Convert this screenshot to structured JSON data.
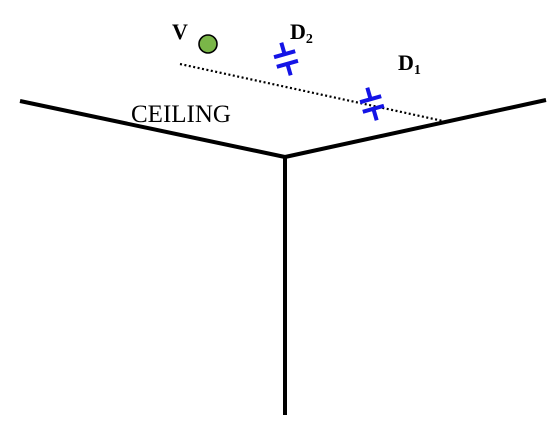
{
  "labels": {
    "source": "V",
    "detector2": "D",
    "detector2_sub": "2",
    "detector1": "D",
    "detector1_sub": "1",
    "surface": "CEILING"
  },
  "colors": {
    "edges": "#000000",
    "sightline": "#000000",
    "detector": "#1414e6",
    "source_fill": "#7ab648",
    "source_stroke": "#000000",
    "text": "#000000"
  },
  "icons": {
    "source": "green-circle",
    "detector": "capacitor-symbol"
  }
}
